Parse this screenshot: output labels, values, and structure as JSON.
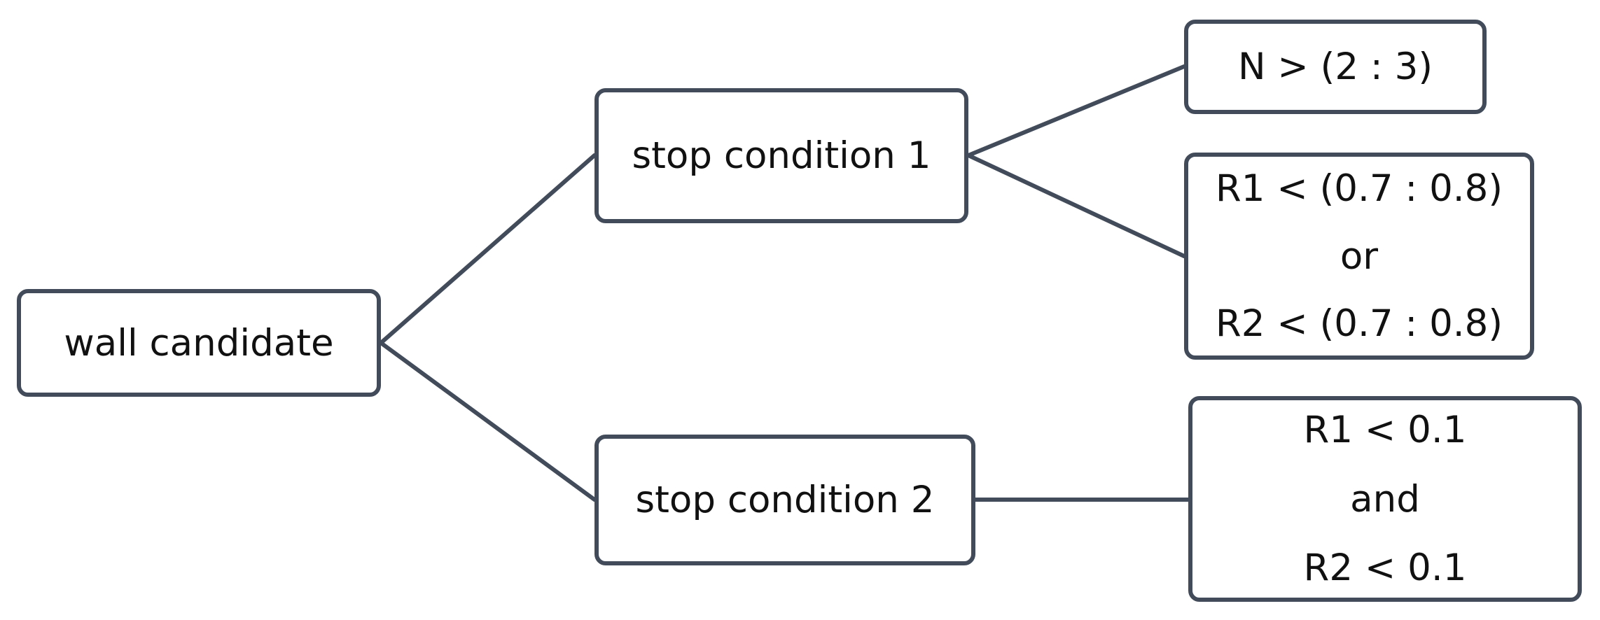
{
  "diagram": {
    "root": {
      "label": "wall candidate"
    },
    "branches": [
      {
        "label": "stop condition 1",
        "children": [
          {
            "lines": [
              "N > (2 : 3)"
            ]
          },
          {
            "lines": [
              "R1 < (0.7 : 0.8)",
              "or",
              "R2 < (0.7 : 0.8)"
            ]
          }
        ]
      },
      {
        "label": "stop condition 2",
        "children": [
          {
            "lines": [
              "R1 < 0.1",
              "and",
              "R2 < 0.1"
            ]
          }
        ]
      }
    ],
    "colors": {
      "stroke": "#414b5a",
      "text": "#111111",
      "background": "#ffffff"
    }
  }
}
